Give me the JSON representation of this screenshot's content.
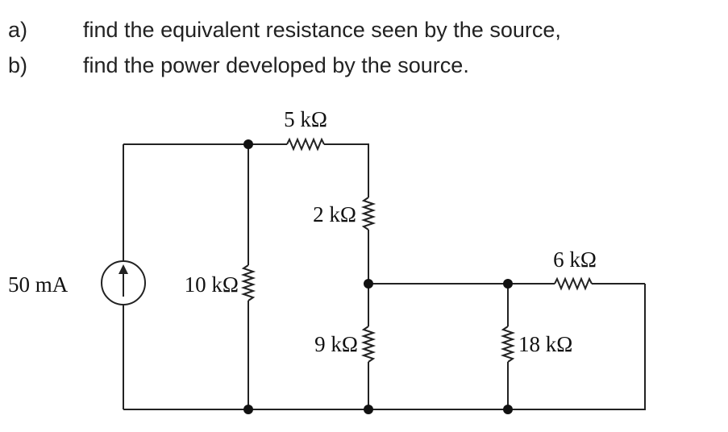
{
  "questions": [
    {
      "marker": "a)",
      "text": "find the equivalent resistance seen by the source,"
    },
    {
      "marker": "b)",
      "text": "find the power developed by the source."
    }
  ],
  "circuit": {
    "source_label": "50 mA",
    "resistors": {
      "r5": "5 kΩ",
      "r2": "2 kΩ",
      "r10": "10 kΩ",
      "r9": "9 kΩ",
      "r6": "6 kΩ",
      "r18": "18 kΩ"
    }
  }
}
